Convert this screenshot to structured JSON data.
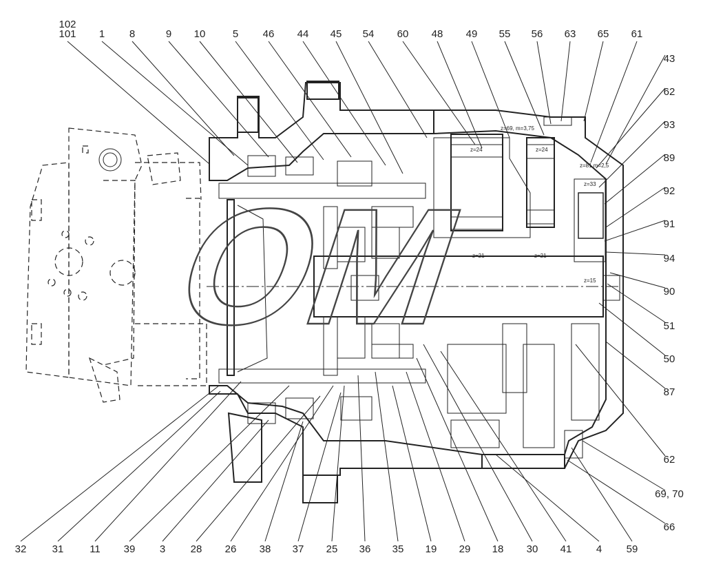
{
  "labels_top": [
    "102",
    "101",
    "1",
    "8",
    "9",
    "10",
    "5",
    "46",
    "44",
    "45",
    "54",
    "60",
    "48",
    "49",
    "55",
    "56",
    "63",
    "65",
    "61"
  ],
  "labels_right": [
    "43",
    "62",
    "93",
    "89",
    "92",
    "91",
    "94",
    "90",
    "51",
    "50",
    "87",
    "62",
    "69, 70",
    "66"
  ],
  "labels_bottom": [
    "32",
    "31",
    "11",
    "39",
    "3",
    "28",
    "26",
    "38",
    "37",
    "25",
    "36",
    "35",
    "19",
    "29",
    "18",
    "30",
    "41",
    "4",
    "59"
  ],
  "gear_notes": [
    "z=69, m=3,75",
    "z=24",
    "z=24",
    "z=81 m=2,5",
    "z=33",
    "z=21",
    "z=21",
    "z=15"
  ],
  "watermark": "OM",
  "colors": {
    "line": "#222222",
    "background": "#ffffff",
    "hatch": "#333333"
  }
}
